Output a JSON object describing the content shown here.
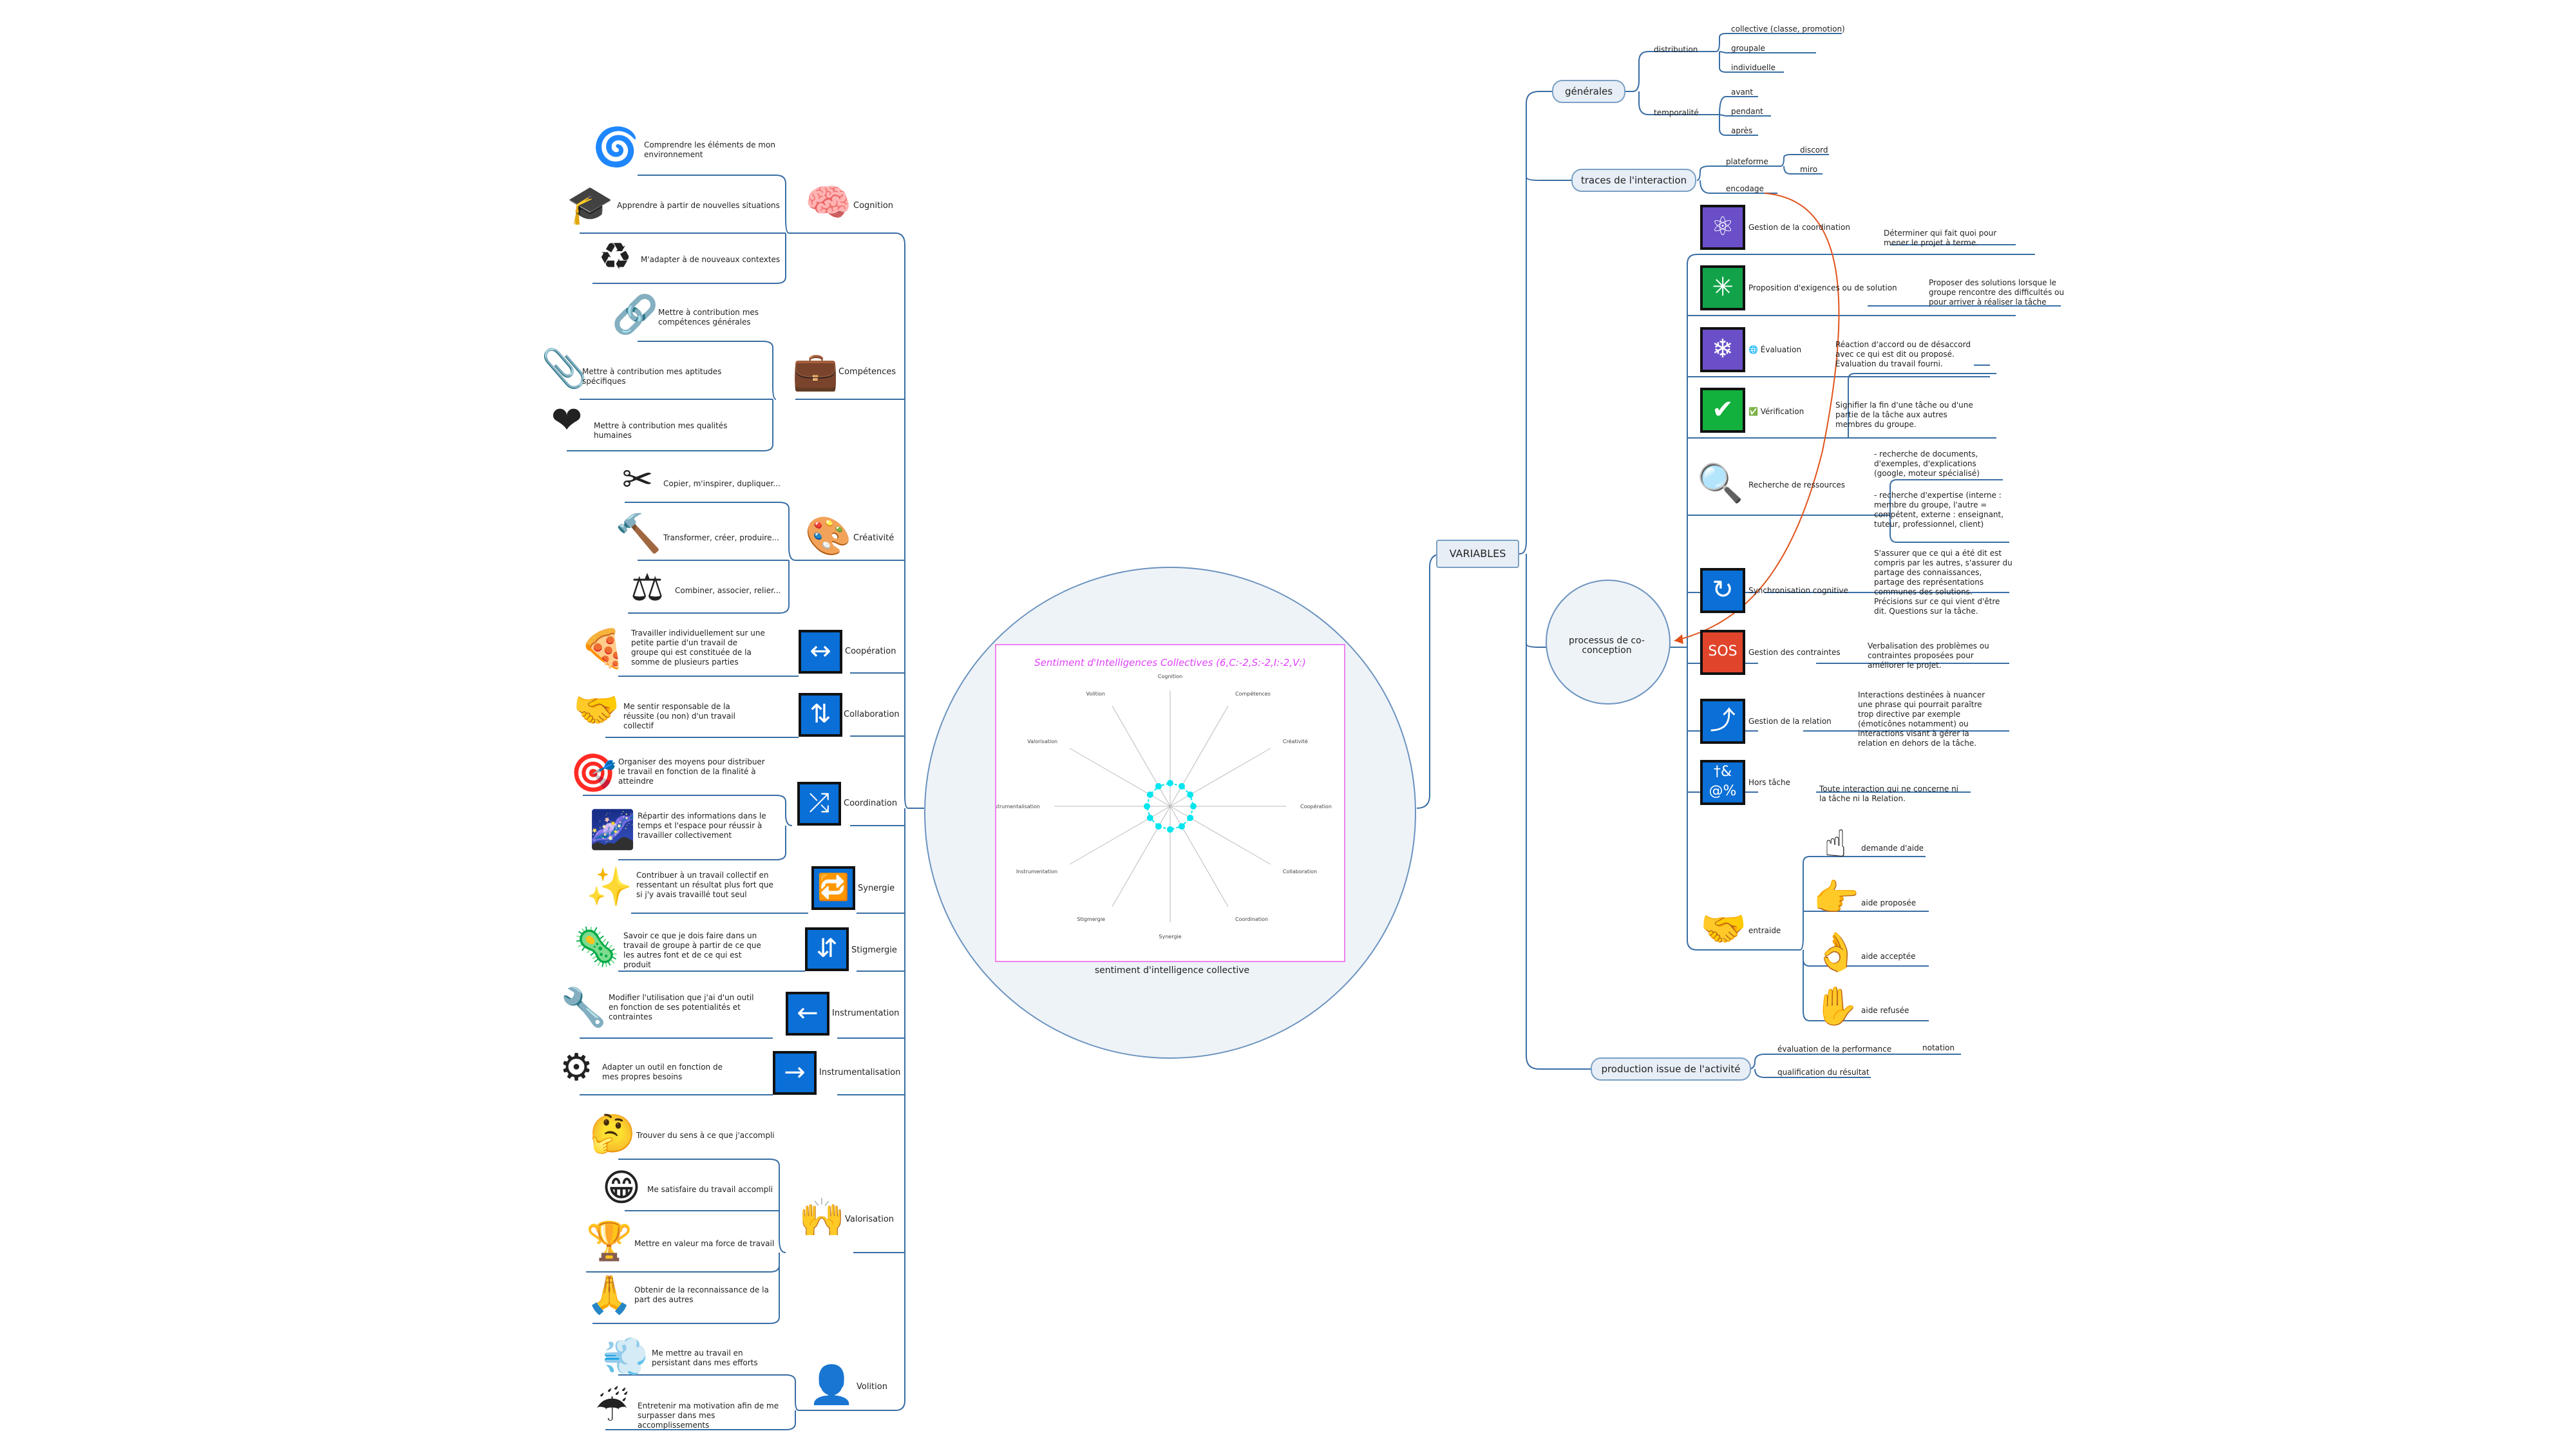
{
  "center": {
    "caption": "sentiment d'intelligence collective",
    "chart_title": "Sentiment d'Intelligences Collectives (6,C:-2,S:-2,I:-2,V:)"
  },
  "chart_data": {
    "type": "radar",
    "title": "Sentiment d'Intelligences Collectives (6,C:-2,S:-2,I:-2,V:)",
    "axes": [
      "Cognition",
      "Compétences",
      "Créativité",
      "Coopération",
      "Collaboration",
      "Coordination",
      "Synergie",
      "Stigmergie",
      "Instrumentation",
      "Instrumentalisation",
      "Valorisation",
      "Volition"
    ],
    "values": [
      1,
      1,
      1,
      1,
      1,
      1,
      1,
      1,
      1,
      1,
      1,
      1
    ],
    "range": [
      0,
      5
    ],
    "colors": {
      "series": "#00e5ee",
      "grid": "#bbbbbb"
    }
  },
  "right": {
    "root": "VARIABLES",
    "generales": {
      "label": "générales",
      "distribution": {
        "label": "distribution",
        "items": [
          "collective (classe, promotion)",
          "groupale",
          "individuelle"
        ]
      },
      "temporalite": {
        "label": "temporalité",
        "items": [
          "avant",
          "pendant",
          "après"
        ]
      }
    },
    "traces": {
      "label": "traces de l'interaction",
      "plateforme": {
        "label": "plateforme",
        "items": [
          "discord",
          "miro"
        ]
      },
      "encodage": "encodage"
    },
    "processus": {
      "label": "processus de co-conception",
      "items": [
        {
          "label": "Gestion de la coordination",
          "desc": "Déterminer qui fait quoi pour mener le projet à terme.",
          "icon": "atom-icon"
        },
        {
          "label": "Proposition d'exigences ou de solution",
          "desc": "Proposer des solutions lorsque le groupe rencontre des difficultés ou pour arriver à réaliser la tâche",
          "icon": "spark-icon"
        },
        {
          "label": "🌐 Évaluation",
          "desc": "Réaction d'accord ou de désaccord avec ce qui est dit ou proposé. Évaluation du travail fourni.",
          "icon": "snowflake-icon"
        },
        {
          "label": "✅ Vérification",
          "desc": "Signifier la fin d'une tâche ou d'une partie de la tâche aux autres membres du groupe.",
          "icon": "check-icon"
        },
        {
          "label": "Recherche de ressources",
          "desc": "- recherche de documents, d'exemples, d'explications (google, moteur spécialisé)",
          "desc2": "- recherche d'expertise (interne : membre du groupe, l'autre = compétent, externe : enseignant, tuteur, professionnel, client)",
          "icon": "magnifier-icon"
        },
        {
          "label": "Synchronisation cognitive",
          "desc": "S'assurer que ce qui a été dit est compris par les autres, s'assurer du partage des connaissances, partage des représentations communes des solutions. Précisions sur ce qui vient d'être dit. Questions sur la tâche.",
          "icon": "sync-icon"
        },
        {
          "label": "Gestion des contraintes",
          "desc": "Verbalisation des problèmes ou contraintes proposées pour améliorer le projet.",
          "icon": "sos-icon"
        },
        {
          "label": "Gestion de la relation",
          "desc": "Interactions destinées à nuancer une phrase qui pourrait paraître trop directive par exemple (émoticônes notamment) ou interactions visant à gérer la relation en dehors de la tâche.",
          "icon": "relation-icon"
        },
        {
          "label": "Hors tâche",
          "desc": "Toute interaction qui ne concerne ni la tâche ni la Relation.",
          "icon": "symbols-icon"
        }
      ],
      "entraide": {
        "label": "entraide",
        "items": [
          "demande d'aide",
          "aide proposée",
          "aide acceptée",
          "aide refusée"
        ]
      }
    },
    "production": {
      "label": "production issue de l'activité",
      "items": [
        "évaluation de la performance",
        "qualification du résultat"
      ],
      "notation": "notation"
    }
  },
  "left": {
    "groups": [
      {
        "label": "Cognition",
        "items": [
          "Comprendre les éléments de mon environnement",
          "Apprendre à partir de nouvelles situations",
          "M'adapter à de nouveaux contextes"
        ]
      },
      {
        "label": "Compétences",
        "items": [
          "Mettre à contribution mes compétences générales",
          "Mettre à contribution mes aptitudes spécifiques",
          "Mettre à contribution mes qualités humaines"
        ]
      },
      {
        "label": "Créativité",
        "items": [
          "Copier, m'inspirer, dupliquer...",
          "Transformer, créer, produire...",
          "Combiner, associer, relier..."
        ]
      },
      {
        "label": "Coopération",
        "items": [
          "Travailler individuellement sur une petite partie d'un travail de groupe qui est constituée de la somme de plusieurs parties"
        ]
      },
      {
        "label": "Collaboration",
        "items": [
          "Me sentir responsable de la réussite (ou non) d'un travail collectif"
        ]
      },
      {
        "label": "Coordination",
        "items": [
          "Organiser des moyens pour distribuer le travail en fonction de la finalité à atteindre",
          "Répartir des informations dans le temps et l'espace pour réussir à travailler collectivement"
        ]
      },
      {
        "label": "Synergie",
        "items": [
          "Contribuer à un travail collectif en ressentant un résultat plus fort que si j'y avais travaillé tout seul"
        ]
      },
      {
        "label": "Stigmergie",
        "items": [
          "Savoir ce que je dois faire dans un travail de groupe à partir de ce que les autres font et de ce qui est produit"
        ]
      },
      {
        "label": "Instrumentation",
        "items": [
          "Modifier l'utilisation que j'ai d'un outil en fonction de ses potentialités et contraintes"
        ]
      },
      {
        "label": "Instrumentalisation",
        "items": [
          "Adapter un outil en fonction de mes propres besoins"
        ]
      },
      {
        "label": "Valorisation",
        "items": [
          "Trouver du sens à ce que j'accompli",
          "Me satisfaire du travail accompli",
          "Mettre en valeur ma force de travail",
          "Obtenir de la reconnaissance de la part des autres"
        ]
      },
      {
        "label": "Volition",
        "items": [
          "Me mettre au travail en persistant dans mes efforts",
          "Entretenir ma motivation afin de me surpasser dans mes accomplissements"
        ]
      }
    ]
  }
}
